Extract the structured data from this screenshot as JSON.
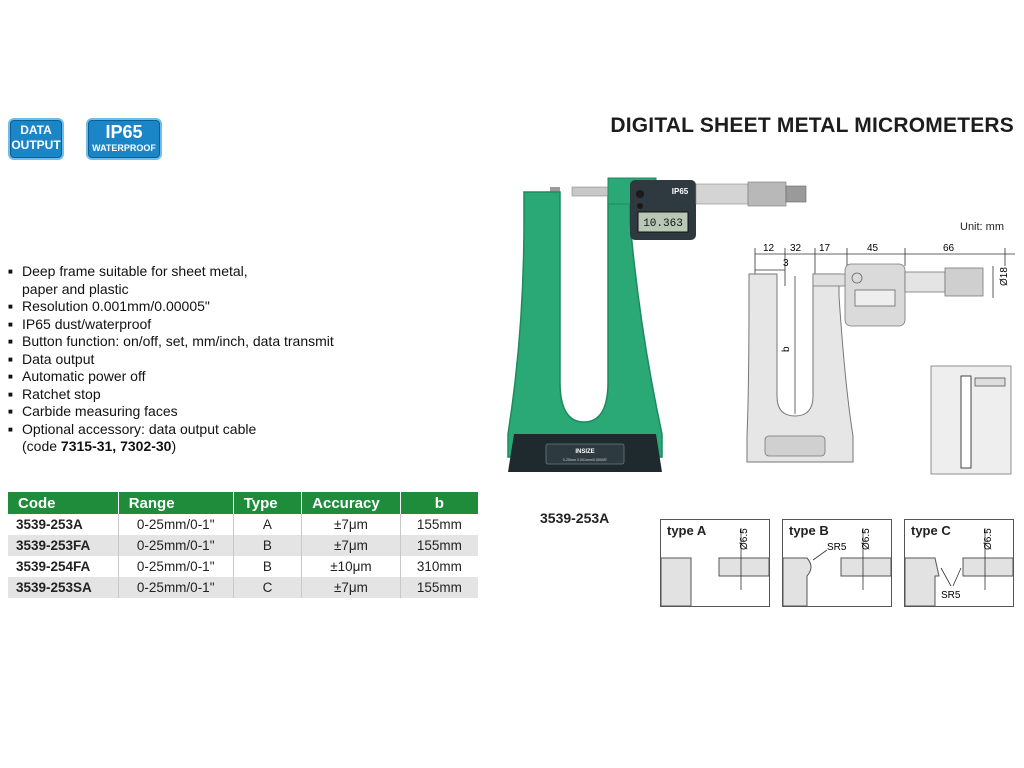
{
  "badges": {
    "data_output": [
      "DATA",
      "OUTPUT"
    ],
    "ip65": {
      "big": "IP65",
      "small": "WATERPROOF"
    }
  },
  "title": "DIGITAL SHEET METAL MICROMETERS",
  "features": [
    "Deep frame suitable for sheet metal,",
    "paper and plastic",
    "Resolution 0.001mm/0.00005\"",
    "IP65 dust/waterproof",
    "Button function: on/off, set, mm/inch, data transmit",
    "Data output",
    "Automatic power off",
    "Ratchet stop",
    "Carbide measuring faces",
    "Optional accessory: data output cable"
  ],
  "feature_code": {
    "prefix": "(code ",
    "codes": "7315-31, 7302-30",
    "suffix": ")"
  },
  "table": {
    "headers": [
      "Code",
      "Range",
      "Type",
      "Accuracy",
      "b"
    ],
    "rows": [
      [
        "3539-253A",
        "0-25mm/0-1\"",
        "A",
        "±7μm",
        "155mm"
      ],
      [
        "3539-253FA",
        "0-25mm/0-1\"",
        "B",
        "±7μm",
        "155mm"
      ],
      [
        "3539-254FA",
        "0-25mm/0-1\"",
        "B",
        "±10μm",
        "310mm"
      ],
      [
        "3539-253SA",
        "0-25mm/0-1\"",
        "C",
        "±7μm",
        "155mm"
      ]
    ]
  },
  "product": {
    "caption": "3539-253A",
    "display_value": "10.363",
    "head_label": "IP65",
    "brand": "INSIZE",
    "plate_text": "0-25mm 0.001mm/0.00005\""
  },
  "drawing": {
    "unit": "Unit: mm",
    "dims": [
      "12",
      "32",
      "17",
      "45",
      "66",
      "3",
      "b",
      "Ø18"
    ]
  },
  "types": [
    {
      "label": "type A",
      "dia": "Ø6.5",
      "sr": ""
    },
    {
      "label": "type B",
      "dia": "Ø6.5",
      "sr": "SR5"
    },
    {
      "label": "type C",
      "dia": "Ø6.5",
      "sr": "SR5"
    }
  ],
  "colors": {
    "accent": "#1f8c3c",
    "badge": "#1a86c8",
    "frame": "#2aa876"
  }
}
